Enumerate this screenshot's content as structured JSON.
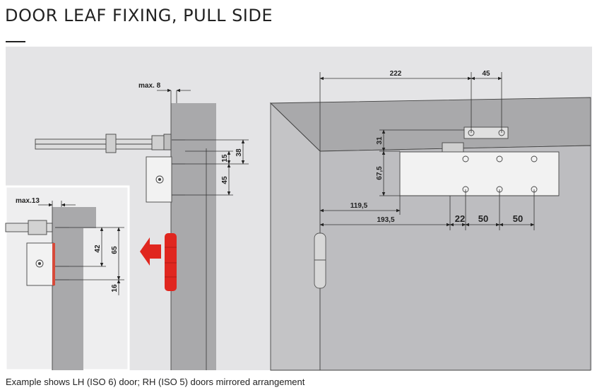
{
  "header": {
    "title": "DOOR LEAF FIXING, PULL SIDE"
  },
  "diagram": {
    "dimensions_left": {
      "max_8": "max. 8",
      "d38": "38",
      "d15": "15",
      "d45": "45"
    },
    "dimensions_inset": {
      "max_13": "max.13",
      "d65": "65",
      "d42": "42",
      "d16": "16"
    },
    "dimensions_right": {
      "d222": "222",
      "d45": "45",
      "d31": "31",
      "d67_5": "67,5",
      "d119_5": "119,5",
      "d193_5": "193,5",
      "d22": "22",
      "d50a": "50",
      "d50b": "50"
    },
    "colors": {
      "background": "#e4e4e6",
      "wall": "#a9a9ab",
      "door": "#bdbdc0",
      "arrow": "#e0261f",
      "component": "#f2f2f2"
    }
  },
  "footer": {
    "caption": "Example shows LH (ISO 6) door; RH (ISO 5) doors mirrored arrangement"
  }
}
